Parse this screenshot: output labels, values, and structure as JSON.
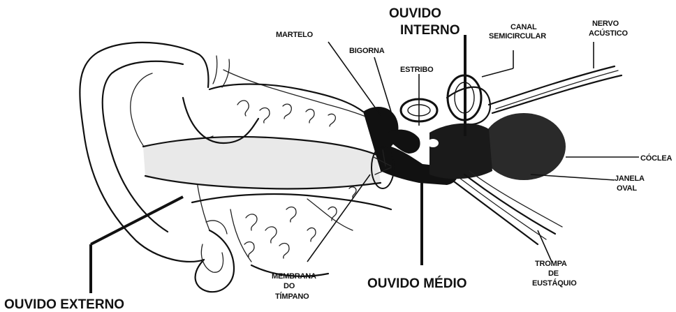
{
  "labels": {
    "ouvido_interno": [
      "OUVIDO",
      "INTERNO"
    ],
    "martelo": "MARTELO",
    "bigorna": "BIGORNA",
    "estribo": "ESTRIBO",
    "canal_semicircular": [
      "CANAL",
      "SEMICIRCULAR"
    ],
    "nervo_acustico": [
      "NERVO",
      "ACÚSTICO"
    ],
    "coclea": "CÓCLEA",
    "janela_oval": [
      "JANELA",
      "OVAL"
    ],
    "trompa_de_eustaquio": [
      "TROMPA",
      "DE",
      "EUSTÁQUIO"
    ],
    "ouvido_medio": "OUVIDO MÉDIO",
    "membrana_do_timpano": [
      "MEMBRANA",
      "DO",
      "TÍMPANO"
    ],
    "ouvido_externo": "OUVIDO EXTERNO"
  }
}
